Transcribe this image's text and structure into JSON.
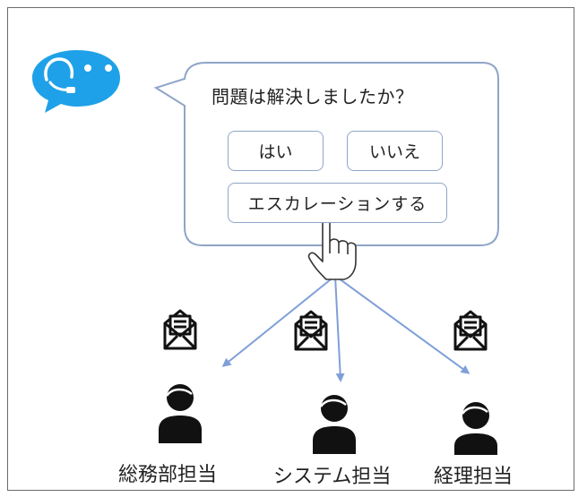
{
  "bubble": {
    "question": "問題は解決しましたか？",
    "buttons": {
      "yes": "はい",
      "no": "いいえ",
      "escalate": "エスカレーションする"
    }
  },
  "recipients": [
    {
      "label": "総務部担当"
    },
    {
      "label": "システム担当"
    },
    {
      "label": "経理担当"
    }
  ],
  "icons": {
    "bot": "chatbot-headset-icon",
    "pointer": "hand-pointer-icon",
    "mail": "envelope-letter-icon",
    "person": "person-icon"
  },
  "colors": {
    "bot": "#1ea1e8",
    "bubble_border": "#8fa5c7",
    "arrow": "#7f9fd9",
    "icon": "#111111"
  }
}
